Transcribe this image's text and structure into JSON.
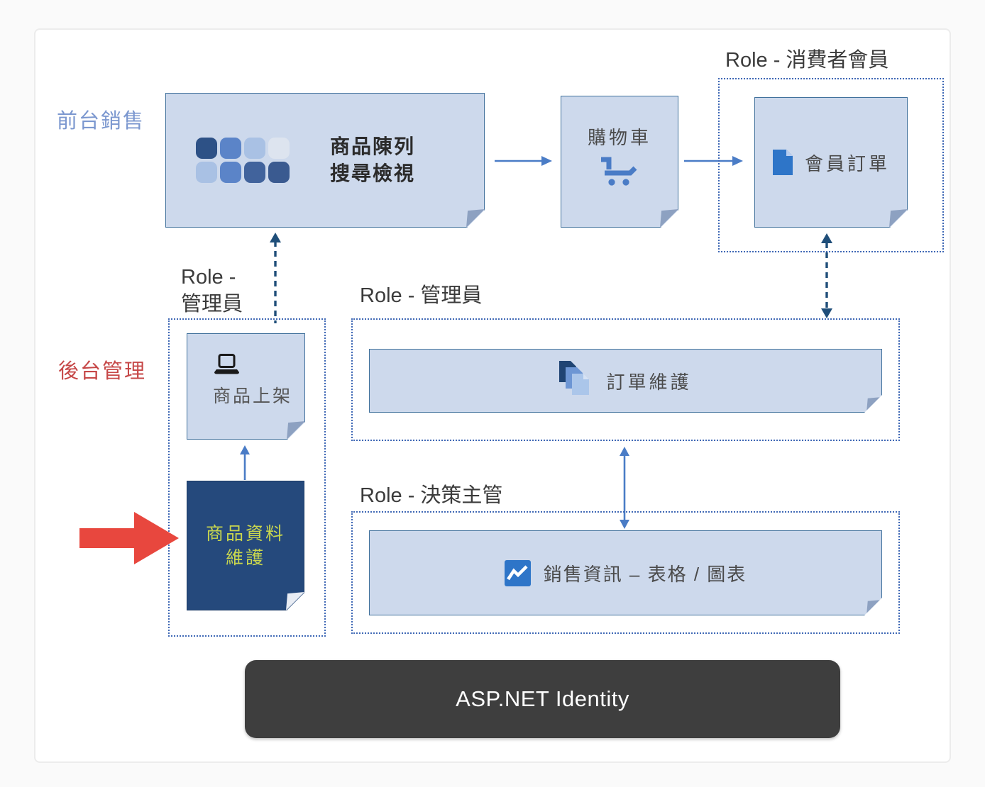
{
  "colors": {
    "paper_fill": "#cdd9ec",
    "paper_border": "#41719c",
    "navy_fill": "#25497c",
    "navy_text": "#c9d64e",
    "dotted_border": "#3f68b5",
    "arrow_blue": "#4a7cc6",
    "arrow_navy": "#1f4e79",
    "red_accent": "#e8473e",
    "label_front": "#7b97cf",
    "label_back": "#c64747",
    "footer_bg": "#3e3e3e",
    "icon_blue": "#2e75c8",
    "grid_tiles": [
      "#2d5186",
      "#5b84c8",
      "#a9c1e4",
      "#dde4ef",
      "#a9c1e4",
      "#5b84c8",
      "#41639c",
      "#3a5a90"
    ]
  },
  "labels": {
    "front_sales": "前台銷售",
    "back_admin": "後台管理",
    "role_consumer": "Role - 消費者會員",
    "role_admin_left_l1": "Role -",
    "role_admin_left_l2": "管理員",
    "role_admin_mid": "Role - 管理員",
    "role_exec": "Role - 決策主管"
  },
  "nodes": {
    "product_display": {
      "line1": "商品陳列",
      "line2": "搜尋檢視"
    },
    "cart": {
      "label": "購物車"
    },
    "member_order": {
      "label": "會員訂單"
    },
    "product_listing": {
      "label": "商品上架"
    },
    "product_data": {
      "line1": "商品資料",
      "line2": "維護"
    },
    "order_maintenance": {
      "label": "訂單維護"
    },
    "sales_info": {
      "label": "銷售資訊 – 表格 / 圖表"
    }
  },
  "footer": {
    "label": "ASP.NET Identity"
  },
  "icons": {
    "product_display": "grid-tiles-icon",
    "cart": "shopping-cart-icon",
    "member_order": "document-icon",
    "product_listing": "laptop-icon",
    "order_maintenance": "stacked-documents-icon",
    "sales_info": "line-chart-icon",
    "highlight": "red-arrow-icon"
  }
}
